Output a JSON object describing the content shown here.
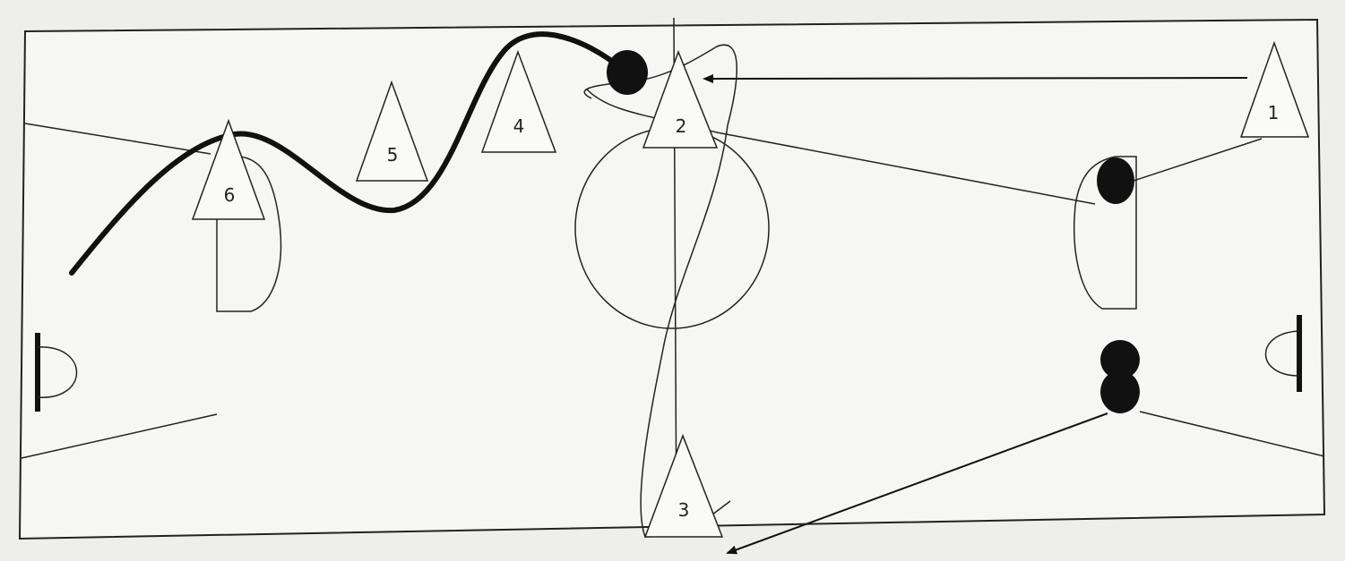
{
  "colors": {
    "paper": "#f6f6f4",
    "ink": "#111111",
    "background": "#eeeeec"
  },
  "cones": [
    {
      "id": "cone-1",
      "label": "1"
    },
    {
      "id": "cone-2",
      "label": "2"
    },
    {
      "id": "cone-3",
      "label": "3"
    },
    {
      "id": "cone-4",
      "label": "4"
    },
    {
      "id": "cone-5",
      "label": "5"
    },
    {
      "id": "cone-6",
      "label": "6"
    }
  ]
}
